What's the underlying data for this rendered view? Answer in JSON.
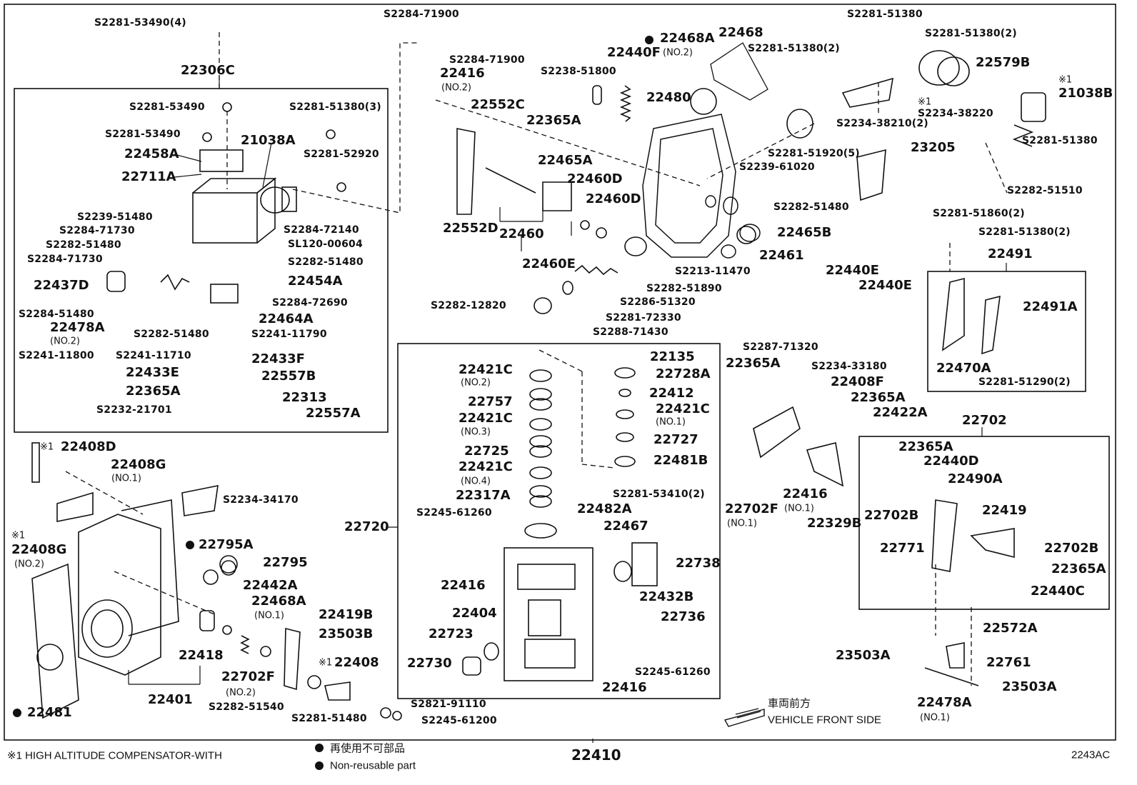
{
  "diagram": {
    "code": "2243AC",
    "bottom_main": "22410",
    "footnote": "※1 HIGH ALTITUDE COMPENSATOR-WITH",
    "legend_jp": "再使用不可部品",
    "legend_en": "Non-reusable part",
    "front_jp": "車両前方",
    "front_en": "VEHICLE FRONT SIDE",
    "box_labels": {
      "b22306C": "22306C",
      "b22720": "22720",
      "b22491": "22491",
      "b22702": "22702",
      "b22401": "22401",
      "b22460": "22460",
      "b22460E": "22460E"
    },
    "sub_labels": {
      "no2_a": "(NO.2)",
      "no2_b": "(NO.2)",
      "no2_c": "(NO.2)",
      "no2_d": "(NO.2)",
      "no2_e": "(NO.2)",
      "no2_f": "(NO.2)",
      "no1_a": "(NO.1)",
      "no1_b": "(NO.1)",
      "no1_c": "(NO.1)",
      "no1_d": "(NO.1)",
      "no1_e": "(NO.1)",
      "no1_f": "(NO.1)",
      "no3": "(NO.3)",
      "no4": "(NO.4)"
    },
    "parts": {
      "p1": "S2281-53490(4)",
      "p2": "S2281-53490",
      "p3": "S2281-53490",
      "p4": "S2281-51380(3)",
      "p5": "21038A",
      "p6": "22458A",
      "p7": "22711A",
      "p8": "S2281-52920",
      "p9": "S2239-51480",
      "p10": "S2284-71730",
      "p11": "S2282-51480",
      "p12": "S2284-71730",
      "p13": "S2284-72140",
      "p14": "SL120-00604",
      "p15": "S2282-51480",
      "p16": "22437D",
      "p17": "22454A",
      "p18": "S2284-72690",
      "p19": "S2284-51480",
      "p20": "22478A",
      "p21": "22464A",
      "p22": "S2282-51480",
      "p23": "S2241-11790",
      "p24": "S2241-11800",
      "p25": "S2241-11710",
      "p26": "22433F",
      "p27": "22433E",
      "p28": "22557B",
      "p29": "22365A",
      "p30": "22313",
      "p31": "S2232-21701",
      "p32": "22557A",
      "p33": "S2284-71900",
      "p34": "S2284-71900",
      "p35": "22416",
      "p36": "22552C",
      "p37": "22365A",
      "p38": "22465A",
      "p39": "22460D",
      "p40": "22460D",
      "p41": "22552D",
      "p42": "S2238-51800",
      "p43": "22440F",
      "p44": "22468A",
      "p45": "22468",
      "p46": "22480",
      "p47": "S2281-51380(2)",
      "p48": "S2281-51380",
      "p49": "S2281-51380(2)",
      "p50": "22579B",
      "p51": "21038B",
      "p52": "S2234-38220",
      "p53": "S2234-38210(2)",
      "p54": "S2281-51920(5)",
      "p55": "S2239-61020",
      "p56": "23205",
      "p57": "S2281-51380",
      "p58": "S2282-51510",
      "p59": "S2282-51480",
      "p60": "S2281-51860(2)",
      "p61": "22465B",
      "p62": "22461",
      "p63": "S2213-11470",
      "p64": "S2282-51890",
      "p65": "S2286-51320",
      "p66": "S2281-72330",
      "p67": "S2288-71430",
      "p68": "S2282-12820",
      "p69": "22440E",
      "p70": "22440E",
      "p71": "S2281-51380(2)",
      "p72": "22491A",
      "p73": "22470A",
      "p74": "S2281-51290(2)",
      "p75": "22135",
      "p76": "22728A",
      "p77": "22412",
      "p78": "22421C",
      "p79": "22727",
      "p80": "22481B",
      "p81": "22421C",
      "p82": "22757",
      "p83": "22421C",
      "p84": "22725",
      "p85": "22421C",
      "p86": "22317A",
      "p87": "S2245-61260",
      "p88": "22482A",
      "p89": "S2281-53410(2)",
      "p90": "22467",
      "p91": "22738",
      "p92": "22416",
      "p93": "22432B",
      "p94": "22404",
      "p95": "22736",
      "p96": "22723",
      "p97": "22730",
      "p98": "S2245-61260",
      "p99": "22416",
      "p100": "S2287-71320",
      "p101": "22365A",
      "p102": "S2234-33180",
      "p103": "22408F",
      "p104": "22365A",
      "p105": "22422A",
      "p106": "22702F",
      "p107": "22416",
      "p108": "22329B",
      "p109": "22365A",
      "p110": "22440D",
      "p111": "22490A",
      "p112": "22702B",
      "p113": "22419",
      "p114": "22771",
      "p115": "22702B",
      "p116": "22365A",
      "p117": "22440C",
      "p118": "22572A",
      "p119": "23503A",
      "p120": "22761",
      "p121": "22478A",
      "p122": "23503A",
      "p123": "22408D",
      "p124": "22408G",
      "p125": "22408G",
      "p126": "S2234-34170",
      "p127": "22795A",
      "p128": "22795",
      "p129": "22442A",
      "p130": "22468A",
      "p131": "22419B",
      "p132": "23503B",
      "p133": "22418",
      "p134": "22702F",
      "p135": "22408",
      "p136": "S2282-51540",
      "p137": "S2281-51480",
      "p138": "S2821-91110",
      "p139": "S2245-61200",
      "p140": "22481"
    },
    "marks": {
      "k1": "※1",
      "k2": "※1",
      "k3": "※1",
      "k4": "※1",
      "k5": "※1"
    }
  }
}
